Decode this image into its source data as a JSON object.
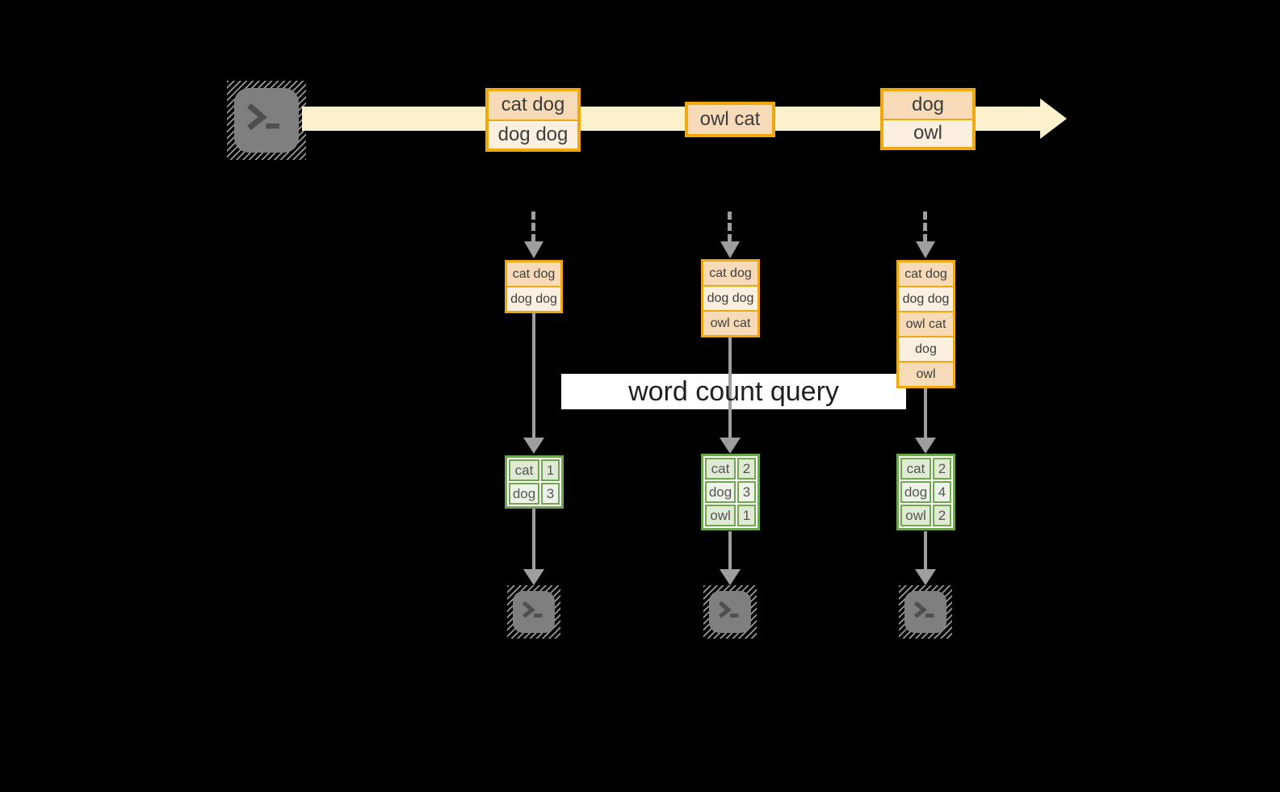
{
  "diagram": {
    "query_label": "word count query",
    "stream": {
      "source_icon": "terminal-icon",
      "batches": [
        {
          "lines": [
            "cat dog",
            "dog dog"
          ]
        },
        {
          "lines": [
            "owl cat"
          ]
        },
        {
          "lines": [
            "dog",
            "owl"
          ]
        }
      ]
    },
    "snapshots": [
      {
        "input_lines": [
          "cat dog",
          "dog dog"
        ],
        "counts": [
          {
            "word": "cat",
            "count": "1"
          },
          {
            "word": "dog",
            "count": "3"
          }
        ],
        "sink_icon": "terminal-icon"
      },
      {
        "input_lines": [
          "cat dog",
          "dog dog",
          "owl cat"
        ],
        "counts": [
          {
            "word": "cat",
            "count": "2"
          },
          {
            "word": "dog",
            "count": "3"
          },
          {
            "word": "owl",
            "count": "1"
          }
        ],
        "sink_icon": "terminal-icon"
      },
      {
        "input_lines": [
          "cat dog",
          "dog dog",
          "owl cat",
          "dog",
          "owl"
        ],
        "counts": [
          {
            "word": "cat",
            "count": "2"
          },
          {
            "word": "dog",
            "count": "4"
          },
          {
            "word": "owl",
            "count": "2"
          }
        ],
        "sink_icon": "terminal-icon"
      }
    ],
    "colors": {
      "background": "#000000",
      "stream_band": "#FBF1CD",
      "box_border": "#F1A80C",
      "box_fill_dark": "#F7DBB8",
      "box_fill_light": "#FBF0DF",
      "table_border": "#6FA84C",
      "table_fill_dark": "#DFE9D4",
      "table_fill_light": "#EDF3E6",
      "arrow_gray": "#9E9E9E",
      "terminal_gray": "#7F7F7F",
      "query_band": "#FFFFFF"
    }
  }
}
